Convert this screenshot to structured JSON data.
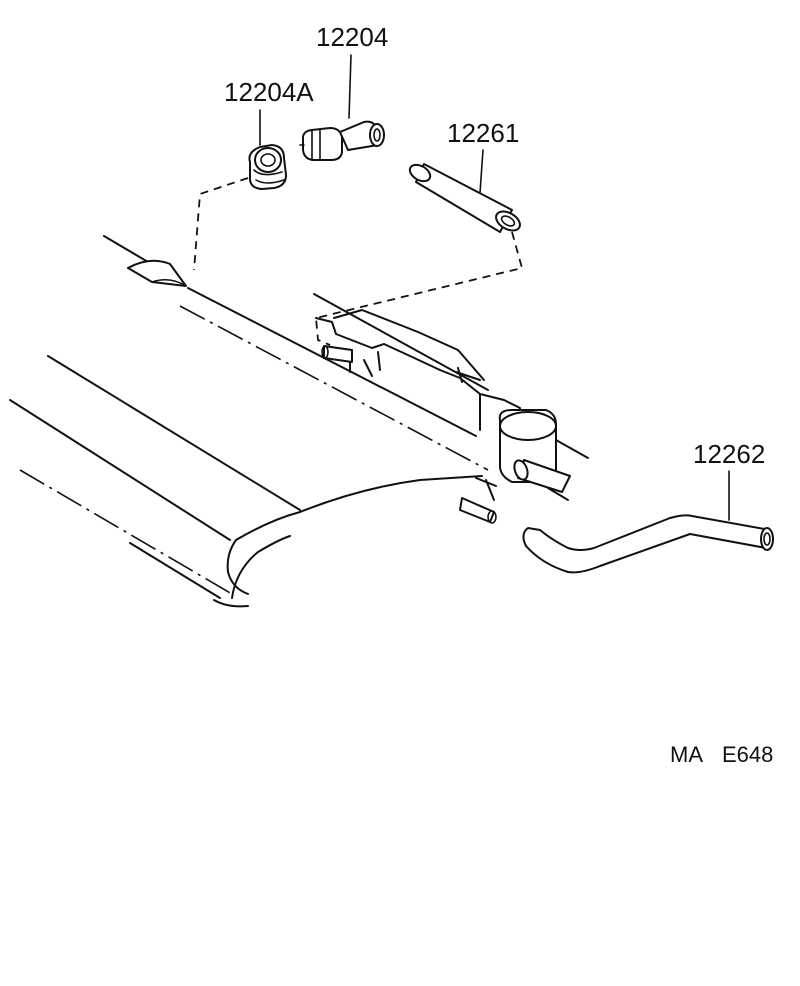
{
  "callouts": {
    "part_12204": "12204",
    "part_12204A": "12204A",
    "part_12261": "12261",
    "part_12262": "12262"
  },
  "footer": {
    "code_left": "MA",
    "code_right": "E648"
  }
}
